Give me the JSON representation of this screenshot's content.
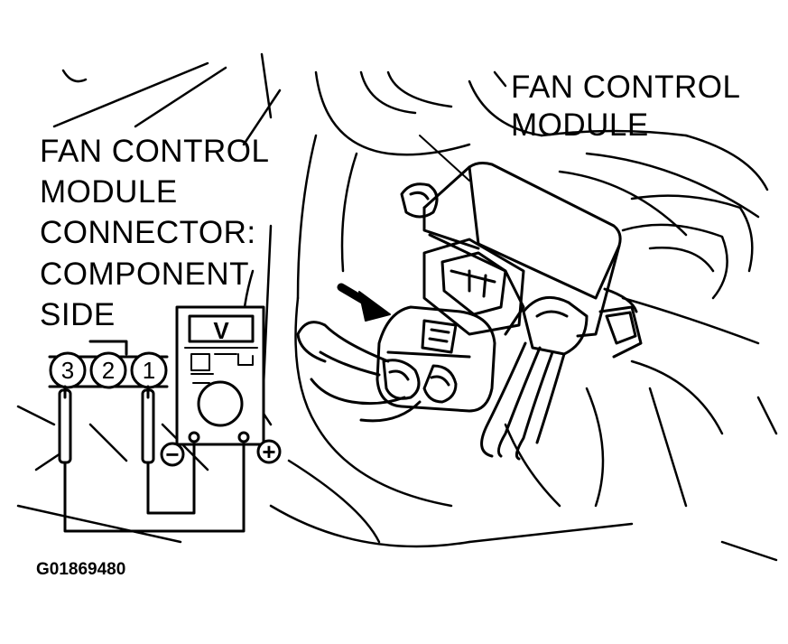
{
  "labels": {
    "module_line1": "FAN CONTROL",
    "module_line2": "MODULE",
    "connector_line1": "FAN CONTROL",
    "connector_line2": "MODULE",
    "connector_line3": "CONNECTOR:",
    "connector_line4": "COMPONENT",
    "connector_line5": "SIDE"
  },
  "connector": {
    "pins": [
      "3",
      "2",
      "1"
    ]
  },
  "meter": {
    "mode": "V",
    "negative_symbol": "−",
    "positive_symbol": "+"
  },
  "figure_id": "G01869480",
  "colors": {
    "ink": "#000000",
    "paper": "#ffffff"
  }
}
